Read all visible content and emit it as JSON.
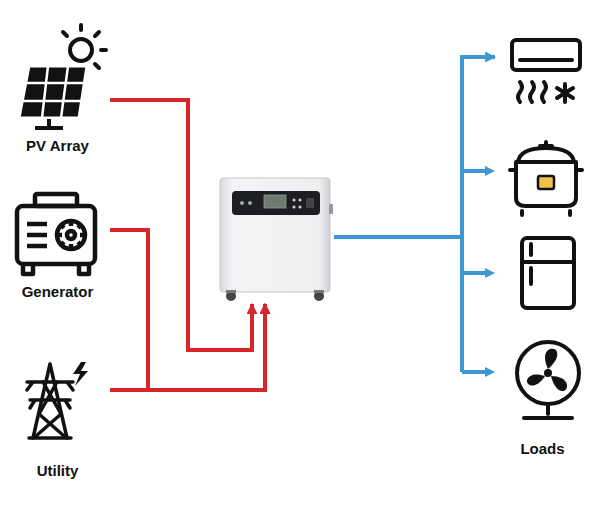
{
  "diagram": {
    "nodes": [
      {
        "text": [
          "PV Array"
        ]
      },
      {
        "text": [
          "Generator"
        ]
      },
      {
        "text": [
          "Utility"
        ]
      },
      {
        "text": []
      },
      {
        "text": [
          "Loads"
        ]
      }
    ],
    "edges": [
      {
        "from": 0,
        "to": 3,
        "arrow": "to"
      },
      {
        "from": 1,
        "to": 3,
        "arrow": "to"
      },
      {
        "from": 2,
        "to": 3,
        "arrow": "to"
      },
      {
        "from": 3,
        "to": 4,
        "arrow": "to"
      }
    ]
  }
}
